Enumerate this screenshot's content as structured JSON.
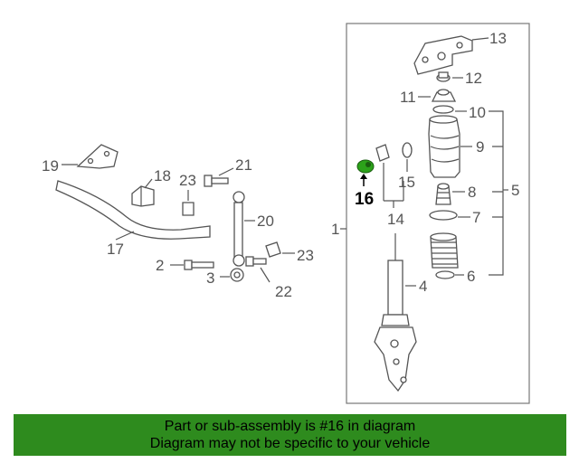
{
  "diagram": {
    "highlight_color": "#2ca21a",
    "labels": {
      "p1": "1",
      "p2": "2",
      "p3": "3",
      "p4": "4",
      "p5": "5",
      "p6": "6",
      "p7": "7",
      "p8": "8",
      "p9": "9",
      "p10": "10",
      "p11": "11",
      "p12": "12",
      "p13": "13",
      "p14": "14",
      "p15": "15",
      "p16": "16",
      "p17": "17",
      "p18": "18",
      "p19": "19",
      "p20": "20",
      "p21": "21",
      "p22": "22",
      "p23a": "23",
      "p23b": "23"
    }
  },
  "banner": {
    "background": "#2e8b1e",
    "line1": "Part or sub-assembly is #16 in diagram",
    "line2": "Diagram may not be specific to your vehicle"
  }
}
